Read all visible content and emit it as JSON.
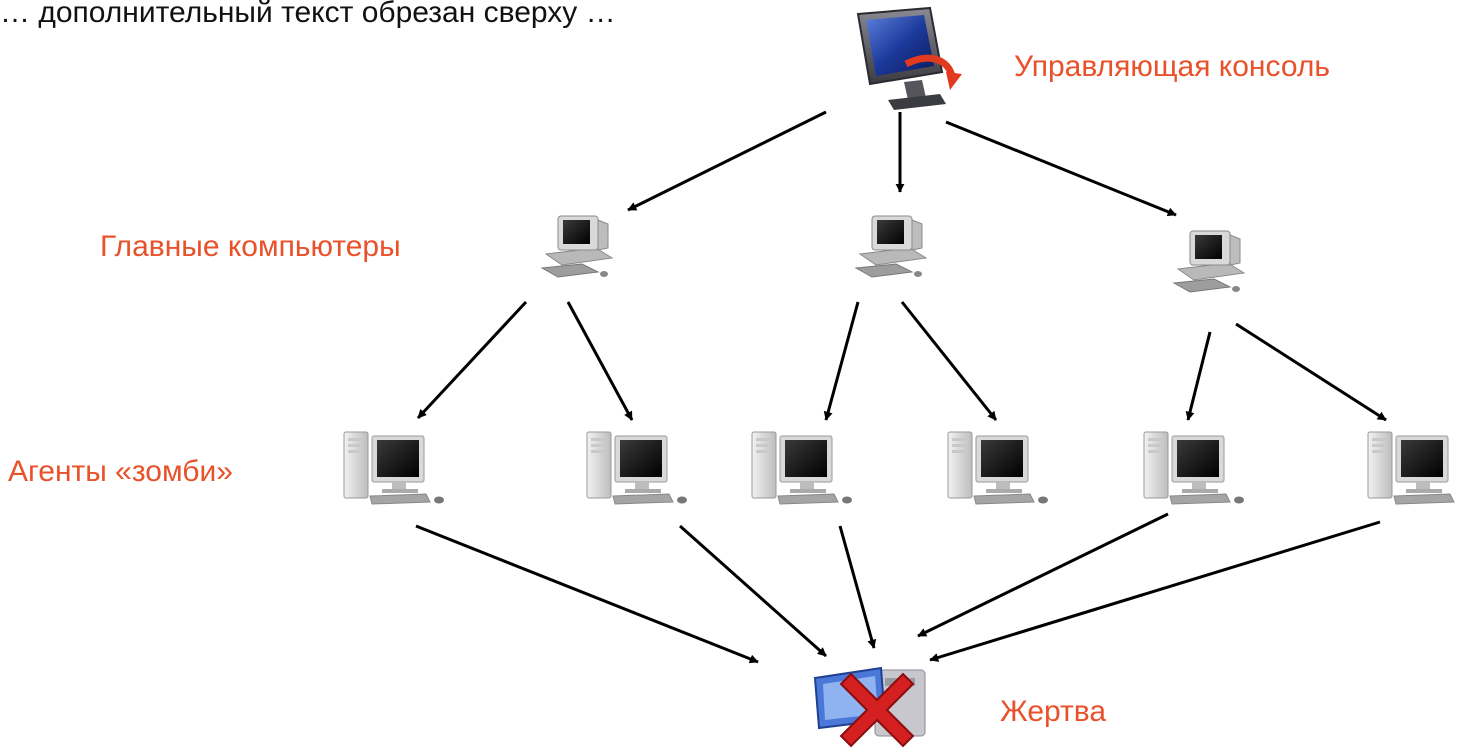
{
  "top_text": "… дополнительный текст обрезан сверху …",
  "labels": {
    "console": "Управляющая консоль",
    "masters": "Главные компьютеры",
    "agents": "Агенты «зомби»",
    "victim": "Жертва"
  },
  "nodes": {
    "console": {
      "icon": "monitor-redirect-icon"
    },
    "masters": [
      {
        "icon": "workstation-icon"
      },
      {
        "icon": "workstation-icon"
      },
      {
        "icon": "workstation-icon"
      }
    ],
    "agents": [
      {
        "icon": "tower-pc-icon"
      },
      {
        "icon": "tower-pc-icon"
      },
      {
        "icon": "tower-pc-icon"
      },
      {
        "icon": "tower-pc-icon"
      },
      {
        "icon": "tower-pc-icon"
      },
      {
        "icon": "tower-pc-icon"
      }
    ],
    "victim": {
      "icon": "blocked-computer-icon"
    }
  },
  "colors": {
    "label": "#e8512a",
    "arrow": "#000000",
    "victim_x": "#d42020"
  }
}
